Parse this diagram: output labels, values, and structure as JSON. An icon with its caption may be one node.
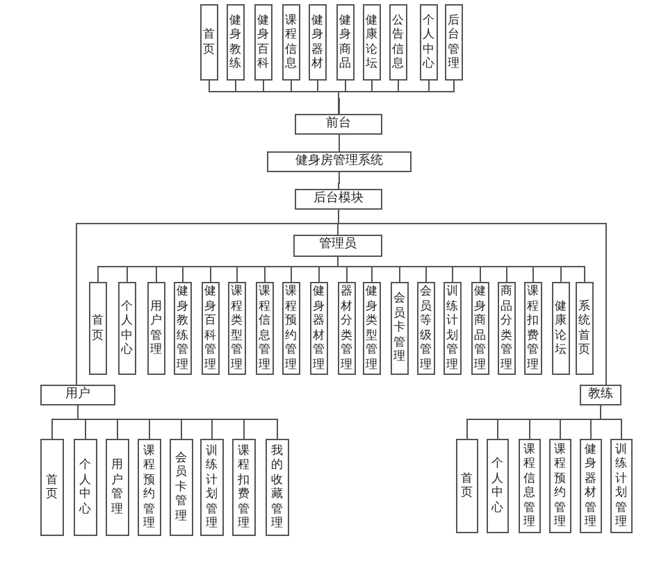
{
  "diagram": {
    "nodes": [
      {
        "text": [
          "首页"
        ]
      },
      {
        "text": [
          "健身教练"
        ]
      },
      {
        "text": [
          "健身百科"
        ]
      },
      {
        "text": [
          "课程信息"
        ]
      },
      {
        "text": [
          "健身器材"
        ]
      },
      {
        "text": [
          "健身商品"
        ]
      },
      {
        "text": [
          "健康论坛"
        ]
      },
      {
        "text": [
          "公告信息"
        ]
      },
      {
        "text": [
          "个人中心"
        ]
      },
      {
        "text": [
          "后台管理"
        ]
      },
      {
        "text": [
          "前台"
        ]
      },
      {
        "text": [
          "健身房管理系统"
        ]
      },
      {
        "text": [
          "后台模块"
        ]
      },
      {
        "text": [
          "管理员"
        ]
      },
      {
        "text": [
          "首页"
        ]
      },
      {
        "text": [
          "个人中心"
        ]
      },
      {
        "text": [
          "用户管理"
        ]
      },
      {
        "text": [
          "健身教练管理"
        ]
      },
      {
        "text": [
          "健身百科管理"
        ]
      },
      {
        "text": [
          "课程类型管理"
        ]
      },
      {
        "text": [
          "课程信息管理"
        ]
      },
      {
        "text": [
          "课程预约管理"
        ]
      },
      {
        "text": [
          "健身器材管理"
        ]
      },
      {
        "text": [
          "器材分类管理"
        ]
      },
      {
        "text": [
          "健身类型管理"
        ]
      },
      {
        "text": [
          "会员卡管理"
        ]
      },
      {
        "text": [
          "会员等级管理"
        ]
      },
      {
        "text": [
          "训练计划管理"
        ]
      },
      {
        "text": [
          "健身商品管理"
        ]
      },
      {
        "text": [
          "商品分类管理"
        ]
      },
      {
        "text": [
          "课程扣费管理"
        ]
      },
      {
        "text": [
          "健康论坛"
        ]
      },
      {
        "text": [
          "系统首页"
        ]
      },
      {
        "text": [
          "用户"
        ]
      },
      {
        "text": [
          "首页"
        ]
      },
      {
        "text": [
          "个人中心"
        ]
      },
      {
        "text": [
          "用户管理"
        ]
      },
      {
        "text": [
          "课程预约管理"
        ]
      },
      {
        "text": [
          "会员卡管理"
        ]
      },
      {
        "text": [
          "训练计划管理"
        ]
      },
      {
        "text": [
          "课程扣费管理"
        ]
      },
      {
        "text": [
          "我的收藏管理"
        ]
      },
      {
        "text": [
          "教练"
        ]
      },
      {
        "text": [
          "首页"
        ]
      },
      {
        "text": [
          "个人中心"
        ]
      },
      {
        "text": [
          "课程信息管理"
        ]
      },
      {
        "text": [
          "课程预约管理"
        ]
      },
      {
        "text": [
          "健身器材管理"
        ]
      },
      {
        "text": [
          "训练计划管理"
        ]
      }
    ],
    "edges": [
      {
        "from": 0,
        "to": 10,
        "arrow": "none"
      },
      {
        "from": 1,
        "to": 10,
        "arrow": "none"
      },
      {
        "from": 2,
        "to": 10,
        "arrow": "none"
      },
      {
        "from": 3,
        "to": 10,
        "arrow": "none"
      },
      {
        "from": 4,
        "to": 10,
        "arrow": "none"
      },
      {
        "from": 5,
        "to": 10,
        "arrow": "none"
      },
      {
        "from": 6,
        "to": 10,
        "arrow": "none"
      },
      {
        "from": 7,
        "to": 10,
        "arrow": "none"
      },
      {
        "from": 8,
        "to": 10,
        "arrow": "none"
      },
      {
        "from": 9,
        "to": 10,
        "arrow": "none"
      },
      {
        "from": 10,
        "to": 11,
        "arrow": "none"
      },
      {
        "from": 11,
        "to": 12,
        "arrow": "none"
      },
      {
        "from": 12,
        "to": 13,
        "arrow": "none"
      },
      {
        "from": 12,
        "to": 33,
        "arrow": "none"
      },
      {
        "from": 12,
        "to": 42,
        "arrow": "none"
      },
      {
        "from": 13,
        "to": 14,
        "arrow": "none"
      },
      {
        "from": 13,
        "to": 15,
        "arrow": "none"
      },
      {
        "from": 13,
        "to": 16,
        "arrow": "none"
      },
      {
        "from": 13,
        "to": 17,
        "arrow": "none"
      },
      {
        "from": 13,
        "to": 18,
        "arrow": "none"
      },
      {
        "from": 13,
        "to": 19,
        "arrow": "none"
      },
      {
        "from": 13,
        "to": 20,
        "arrow": "none"
      },
      {
        "from": 13,
        "to": 21,
        "arrow": "none"
      },
      {
        "from": 13,
        "to": 22,
        "arrow": "none"
      },
      {
        "from": 13,
        "to": 23,
        "arrow": "none"
      },
      {
        "from": 13,
        "to": 24,
        "arrow": "none"
      },
      {
        "from": 13,
        "to": 25,
        "arrow": "none"
      },
      {
        "from": 13,
        "to": 26,
        "arrow": "none"
      },
      {
        "from": 13,
        "to": 27,
        "arrow": "none"
      },
      {
        "from": 13,
        "to": 28,
        "arrow": "none"
      },
      {
        "from": 13,
        "to": 29,
        "arrow": "none"
      },
      {
        "from": 13,
        "to": 30,
        "arrow": "none"
      },
      {
        "from": 13,
        "to": 31,
        "arrow": "none"
      },
      {
        "from": 13,
        "to": 32,
        "arrow": "none"
      },
      {
        "from": 33,
        "to": 34,
        "arrow": "none"
      },
      {
        "from": 33,
        "to": 35,
        "arrow": "none"
      },
      {
        "from": 33,
        "to": 36,
        "arrow": "none"
      },
      {
        "from": 33,
        "to": 37,
        "arrow": "none"
      },
      {
        "from": 33,
        "to": 38,
        "arrow": "none"
      },
      {
        "from": 33,
        "to": 39,
        "arrow": "none"
      },
      {
        "from": 33,
        "to": 40,
        "arrow": "none"
      },
      {
        "from": 33,
        "to": 41,
        "arrow": "none"
      },
      {
        "from": 42,
        "to": 43,
        "arrow": "none"
      },
      {
        "from": 42,
        "to": 44,
        "arrow": "none"
      },
      {
        "from": 42,
        "to": 45,
        "arrow": "none"
      },
      {
        "from": 42,
        "to": 46,
        "arrow": "none"
      },
      {
        "from": 42,
        "to": 47,
        "arrow": "none"
      },
      {
        "from": 42,
        "to": 48,
        "arrow": "none"
      }
    ]
  }
}
